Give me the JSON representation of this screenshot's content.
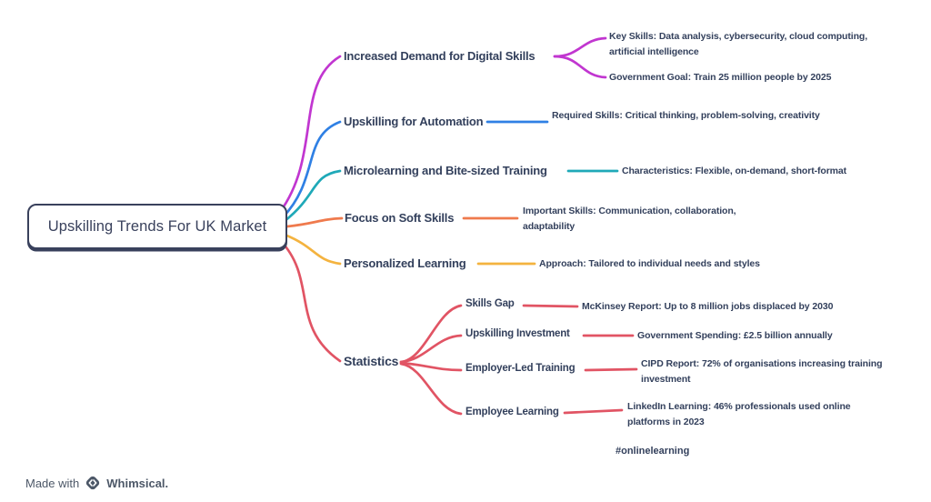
{
  "root": {
    "label": "Upskilling Trends For UK Market"
  },
  "branches": [
    {
      "label": "Increased Demand for Digital Skills",
      "color": "#c136d0",
      "leaves": [
        "Key Skills: Data analysis, cybersecurity, cloud computing, artificial intelligence",
        "Government Goal: Train 25 million people by 2025"
      ]
    },
    {
      "label": "Upskilling for Automation",
      "color": "#2f80e4",
      "leaves": [
        "Required Skills: Critical thinking, problem-solving, creativity"
      ]
    },
    {
      "label": "Microlearning and Bite-sized Training",
      "color": "#1fa9b8",
      "leaves": [
        "Characteristics: Flexible, on-demand, short-format"
      ]
    },
    {
      "label": "Focus on Soft Skills",
      "color": "#ef7a4d",
      "leaves": [
        "Important Skills: Communication, collaboration, adaptability"
      ]
    },
    {
      "label": "Personalized Learning",
      "color": "#f4b33f",
      "leaves": [
        "Approach: Tailored to individual needs and styles"
      ]
    },
    {
      "label": "Statistics",
      "color": "#e15464",
      "children": [
        {
          "label": "Skills Gap",
          "leaf": "McKinsey Report: Up to 8 million jobs displaced by 2030"
        },
        {
          "label": "Upskilling Investment",
          "leaf": "Government Spending: £2.5 billion annually"
        },
        {
          "label": "Employer-Led Training",
          "leaf": "CIPD Report: 72% of organisations increasing training investment"
        },
        {
          "label": "Employee Learning",
          "leaf": "LinkedIn Learning: 46% professionals used online platforms in 2023"
        }
      ]
    }
  ],
  "floating_note": "#onlinelearning",
  "footer": {
    "made_with": "Made with",
    "brand": "Whimsical."
  },
  "colors": {
    "text": "#33405c",
    "root_border": "#39415c",
    "background": "#ffffff"
  }
}
